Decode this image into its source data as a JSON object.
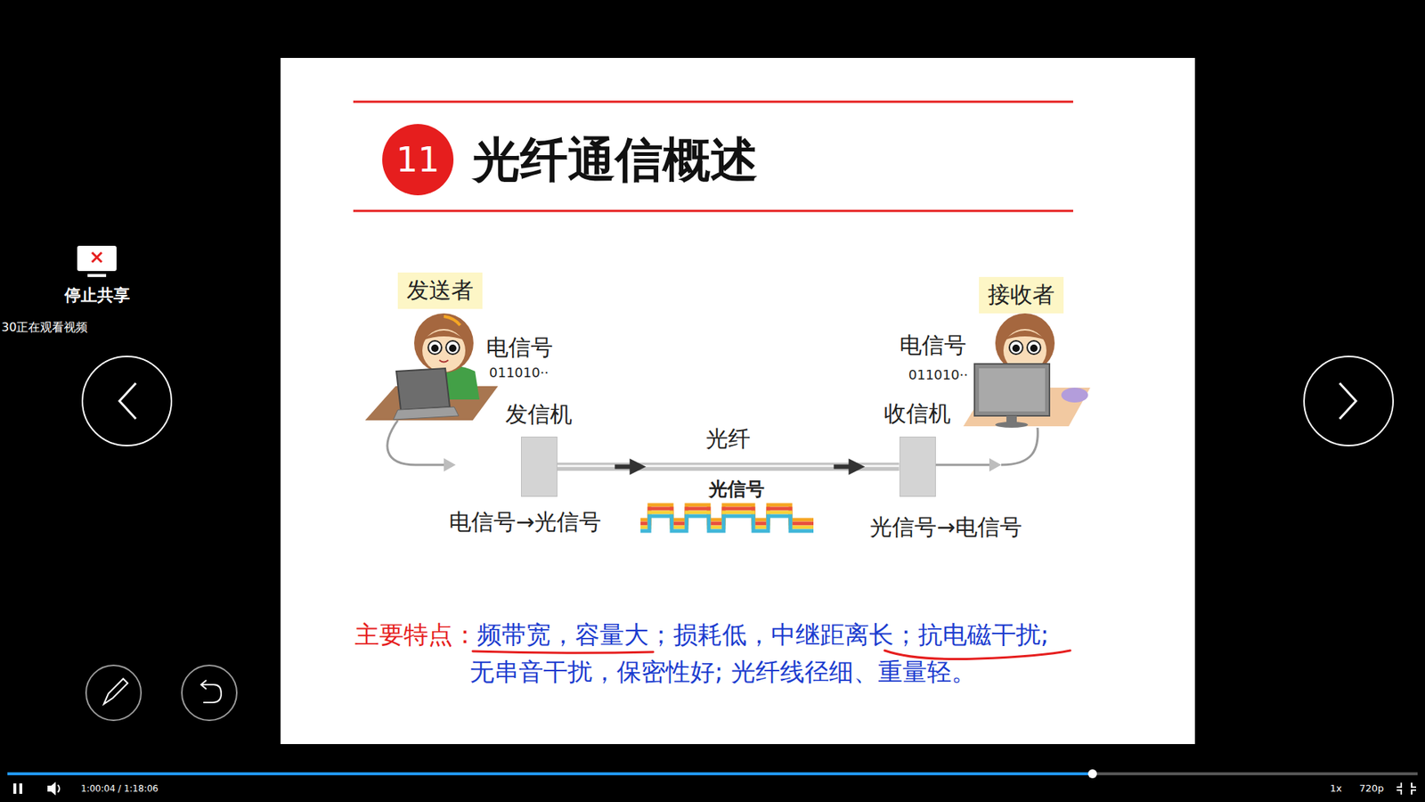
{
  "diagram": {
    "title": "光纤通信概述",
    "nodes": [
      {
        "text": [
          "11"
        ]
      },
      {
        "text": [
          "发送者"
        ]
      },
      {
        "text": [
          "接收者"
        ]
      },
      {
        "text": [
          "发信机"
        ]
      },
      {
        "text": [
          "收信机"
        ]
      }
    ],
    "edges": [
      {
        "from": 3,
        "to": 4,
        "arrow": "to",
        "label": "光纤"
      }
    ],
    "labels": [
      "停止共享",
      "30正在观看视频",
      "电信号",
      "011010··",
      "电信号",
      "011010··",
      "光信号",
      "电信号→光信号",
      "光信号→电信号",
      "主要特点：",
      "频带宽，容量大；损耗低，中继距离长；抗电磁干扰; 无串音干扰，保密性好; 光纤线径细、重量轻。",
      "1:00:04 / 1:18:06",
      "1x",
      "720p"
    ]
  }
}
